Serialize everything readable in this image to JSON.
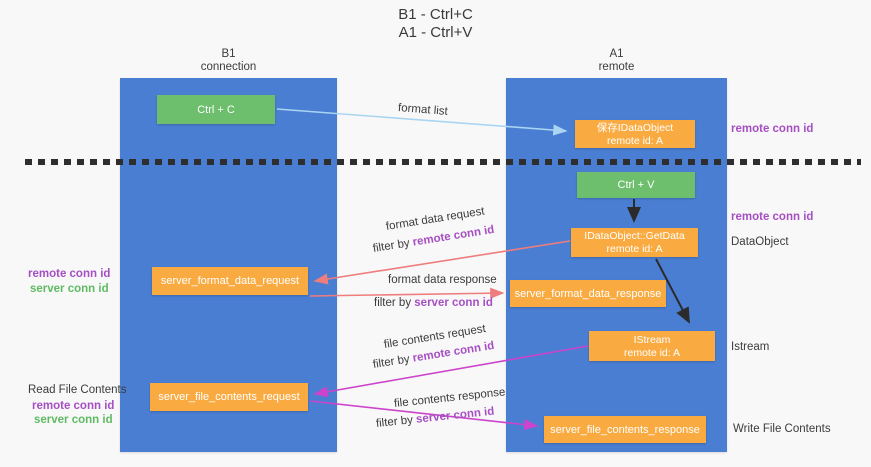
{
  "title": {
    "line1": "B1 - Ctrl+C",
    "line2": "A1 - Ctrl+V"
  },
  "lanes": {
    "left": {
      "name": "B1",
      "role": "connection"
    },
    "right": {
      "name": "A1",
      "role": "remote"
    }
  },
  "nodes": {
    "ctrl_c": {
      "label": "Ctrl + C"
    },
    "ctrl_v": {
      "label": "Ctrl + V"
    },
    "save_idataobject": {
      "line1": "保存IDataObject",
      "line2": "remote id: A"
    },
    "idataobject_getdata": {
      "line1": "IDataObject::GetData",
      "line2": "remote id: A"
    },
    "istream": {
      "line1": "IStream",
      "line2": "remote id: A"
    },
    "server_format_data_request": {
      "label": "server_format_data_request"
    },
    "server_format_data_response": {
      "label": "server_format_data_response"
    },
    "server_file_contents_request": {
      "label": "server_file_contents_request"
    },
    "server_file_contents_response": {
      "label": "server_file_contents_response"
    }
  },
  "edge_labels": {
    "format_list": "format list",
    "format_data_request": "format data request",
    "format_data_response": "format data response",
    "file_contents_request": "file contents request",
    "file_contents_response": "file contents response",
    "filter_by": "filter by",
    "remote_conn_id": "remote conn id",
    "server_conn_id": "server conn id"
  },
  "side_labels": {
    "remote_conn_id": "remote conn id",
    "server_conn_id": "server conn id",
    "dataobject": "DataObject",
    "istream": "Istream",
    "read_file_contents": "Read File Contents",
    "write_file_contents": "Write File Contents"
  },
  "colors": {
    "lane_blue": "#4a7ed2",
    "node_orange": "#f9ab42",
    "node_green": "#6dbf6d",
    "purple_text": "#a64fc3",
    "green_text": "#5fbb63",
    "arrow_red": "#ee7d7d",
    "arrow_magenta": "#cc44cc",
    "arrow_light_blue": "#a9d5f2",
    "arrow_black": "#2b2b2b"
  }
}
